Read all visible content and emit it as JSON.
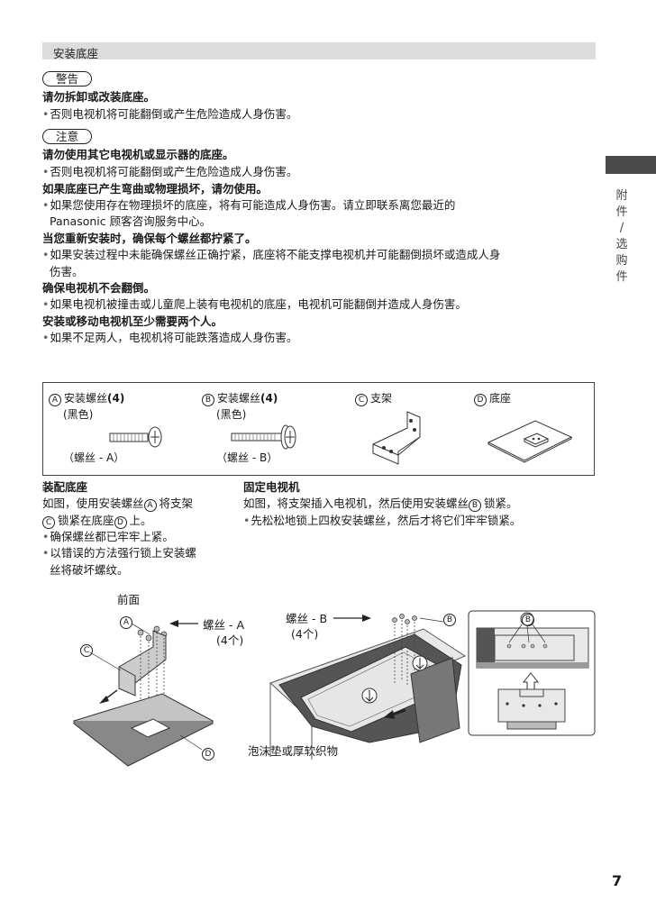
{
  "section": {
    "title": "安装底座"
  },
  "warning": {
    "label": "警告",
    "heading": "请勿拆卸或改装底座。",
    "bullet": "否则电视机将可能翻倒或产生危险造成人身伤害。"
  },
  "caution": {
    "label": "注意",
    "items": [
      {
        "heading": "请勿使用其它电视机或显示器的底座。",
        "lines": [
          "否则电视机将可能翻倒或产生危险造成人身伤害。"
        ]
      },
      {
        "heading": "如果底座已产生弯曲或物理损坏，请勿使用。",
        "lines": [
          "如果您使用存在物理损坏的底座，将有可能造成人身伤害。请立即联系离您最近的",
          "Panasonic 顾客咨询服务中心。"
        ]
      },
      {
        "heading": "当您重新安装时，确保每个螺丝都拧紧了。",
        "lines": [
          "如果安装过程中未能确保螺丝正确拧紧，底座将不能支撑电视机并可能翻倒损坏或造成人身",
          "伤害。"
        ]
      },
      {
        "heading": "确保电视机不会翻倒。",
        "lines": [
          "如果电视机被撞击或儿童爬上装有电视机的底座，电视机可能翻倒并造成人身伤害。"
        ]
      },
      {
        "heading": "安装或移动电视机至少需要两个人。",
        "lines": [
          "如果不足两人，电视机将可能跌落造成人身伤害。"
        ]
      }
    ]
  },
  "sidebar": {
    "chars": [
      "附",
      "件",
      "/",
      "选",
      "购",
      "件"
    ]
  },
  "parts": [
    {
      "mark": "A",
      "name": "安装螺丝",
      "qty": "(4)",
      "color": "(黑色)",
      "caption": "（螺丝 - A）"
    },
    {
      "mark": "B",
      "name": "安装螺丝",
      "qty": "(4)",
      "color": "(黑色)",
      "caption": "（螺丝 - B）"
    },
    {
      "mark": "C",
      "name": "支架"
    },
    {
      "mark": "D",
      "name": "底座"
    }
  ],
  "assemble": {
    "heading": "装配底座",
    "line1": "如图，使用安装螺丝",
    "mark1": "A",
    "line1b": "将支架",
    "mark2": "C",
    "line2": "锁紧在底座",
    "mark3": "D",
    "line2b": "上。",
    "bullets": [
      "确保螺丝都已牢牢上紧。",
      "以错误的方法强行锁上安装螺",
      "丝将破坏螺纹。"
    ]
  },
  "fix": {
    "heading": "固定电视机",
    "line1": "如图，将支架插入电视机，然后使用安装螺丝",
    "mark": "B",
    "line1b": "锁紧。",
    "bullet": "先松松地锁上四枚安装螺丝，然后才将它们牢牢锁紧。"
  },
  "diagram": {
    "front": "前面",
    "screwA": "螺丝 - A",
    "screwA_qty": "(4个)",
    "screwB": "螺丝 - B",
    "screwB_qty": "(4个)",
    "foam": "泡沫垫或厚软织物",
    "markA": "A",
    "markB": "B",
    "markC": "C",
    "markD": "D"
  },
  "page_number": "7"
}
